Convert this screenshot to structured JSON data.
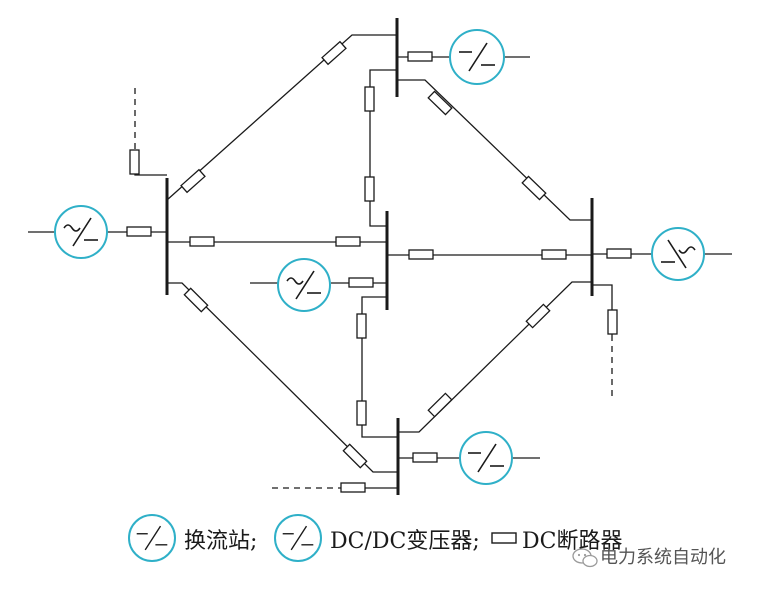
{
  "legend": {
    "converter_label": "换流站;",
    "dcdc_label": "DC/DC变压器;",
    "breaker_label": "DC断路器"
  },
  "watermark": {
    "text": "电力系统自动化",
    "icon": "wechat-icon"
  },
  "colors": {
    "converter_ring": "#2fb0c8",
    "line": "#1a1a1a",
    "background": "#ffffff"
  },
  "icons": {
    "converter_symbol": "ac-dc-converter-icon",
    "dcdc_symbol": "dc-dc-transformer-icon",
    "breaker_symbol": "dc-breaker-icon"
  }
}
